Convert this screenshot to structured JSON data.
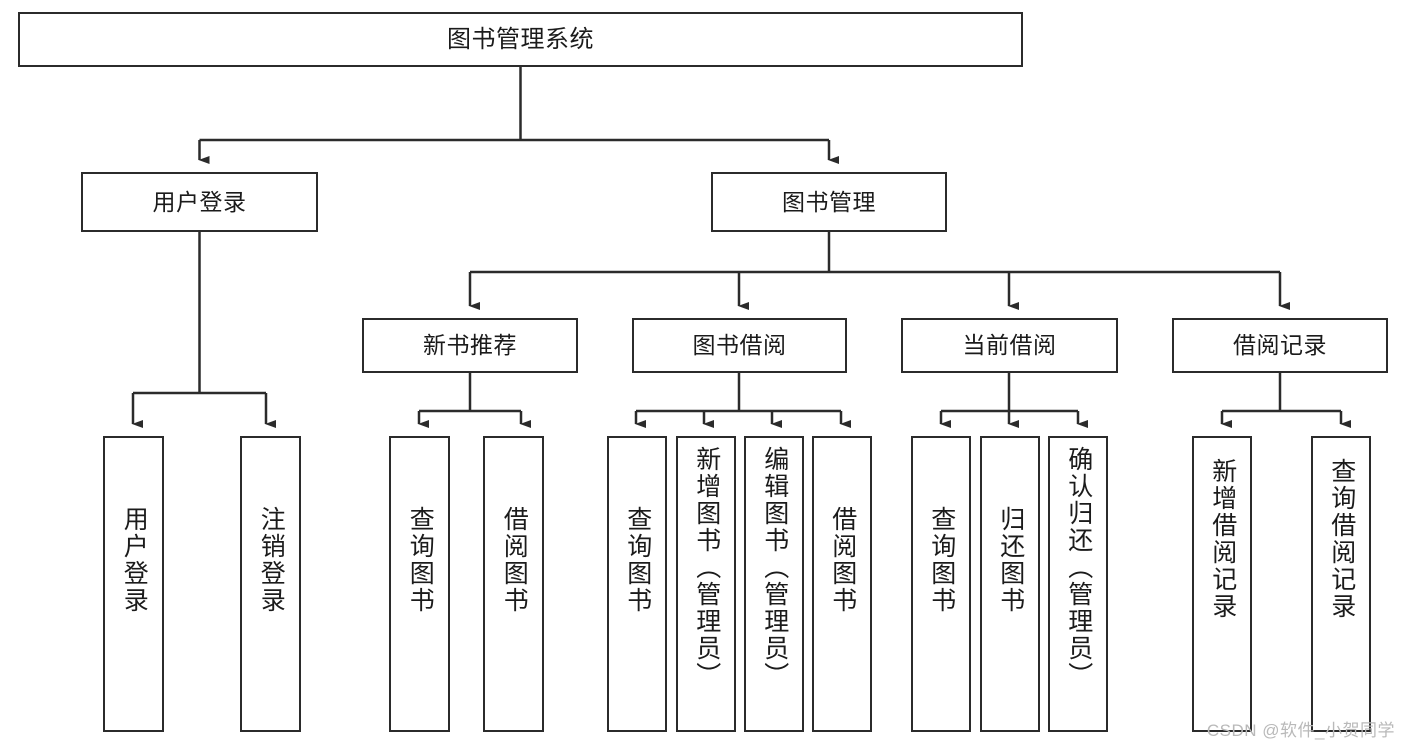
{
  "diagram": {
    "title": "图书管理系统",
    "type": "tree-hierarchy-diagram",
    "colors": {
      "box_border": "#2b2b2b",
      "box_fill": "#ffffff",
      "connector": "#2b2b2b",
      "text": "#1b1b1b",
      "watermark": "#b9b9b9",
      "background": "#ffffff"
    },
    "root": {
      "label": "图书管理系统"
    },
    "level2": [
      {
        "label": "用户登录"
      },
      {
        "label": "图书管理"
      }
    ],
    "level3": [
      {
        "label": "新书推荐"
      },
      {
        "label": "图书借阅"
      },
      {
        "label": "当前借阅"
      },
      {
        "label": "借阅记录"
      }
    ],
    "leaves": {
      "user_login": [
        {
          "label": "用户登录"
        },
        {
          "label": "注销登录"
        }
      ],
      "new_book_recommend": [
        {
          "label": "查询图书"
        },
        {
          "label": "借阅图书"
        }
      ],
      "book_borrow": [
        {
          "label": "查询图书"
        },
        {
          "label": "新增图书（管理员）"
        },
        {
          "label": "编辑图书（管理员）"
        },
        {
          "label": "借阅图书"
        }
      ],
      "current_borrow": [
        {
          "label": "查询图书"
        },
        {
          "label": "归还图书"
        },
        {
          "label": "确认归还（管理员）"
        }
      ],
      "borrow_record": [
        {
          "label": "新增借阅记录"
        },
        {
          "label": "查询借阅记录"
        }
      ]
    }
  },
  "watermark": {
    "text": "CSDN @软件_小贺同学"
  }
}
